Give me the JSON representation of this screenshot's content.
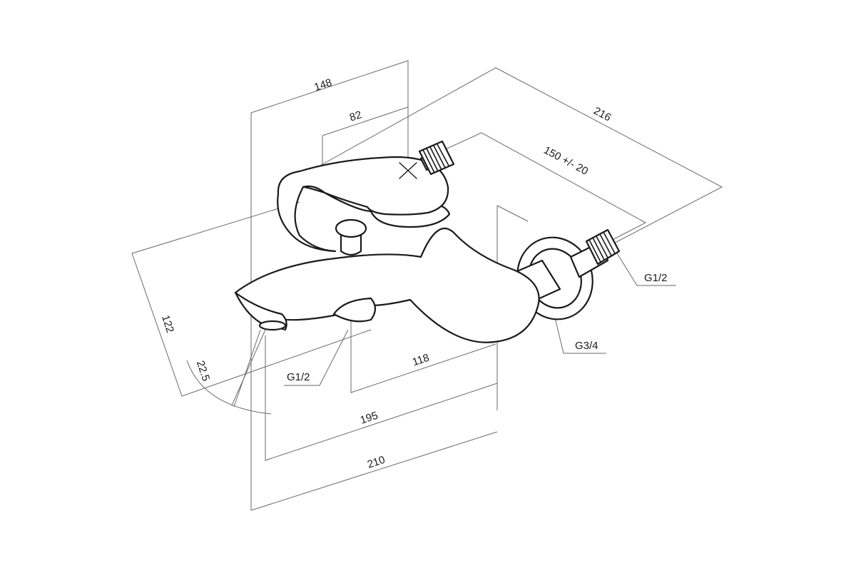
{
  "diagram": {
    "dimensions": {
      "d148": "148",
      "d82": "82",
      "d216": "216",
      "d150": "150 +/- 20",
      "d122": "122",
      "d22_5": "22.5",
      "d118": "118",
      "d195": "195",
      "d210": "210"
    },
    "threads": {
      "g12_right": "G1/2",
      "g34": "G3/4",
      "g12_spout": "G1/2"
    }
  }
}
